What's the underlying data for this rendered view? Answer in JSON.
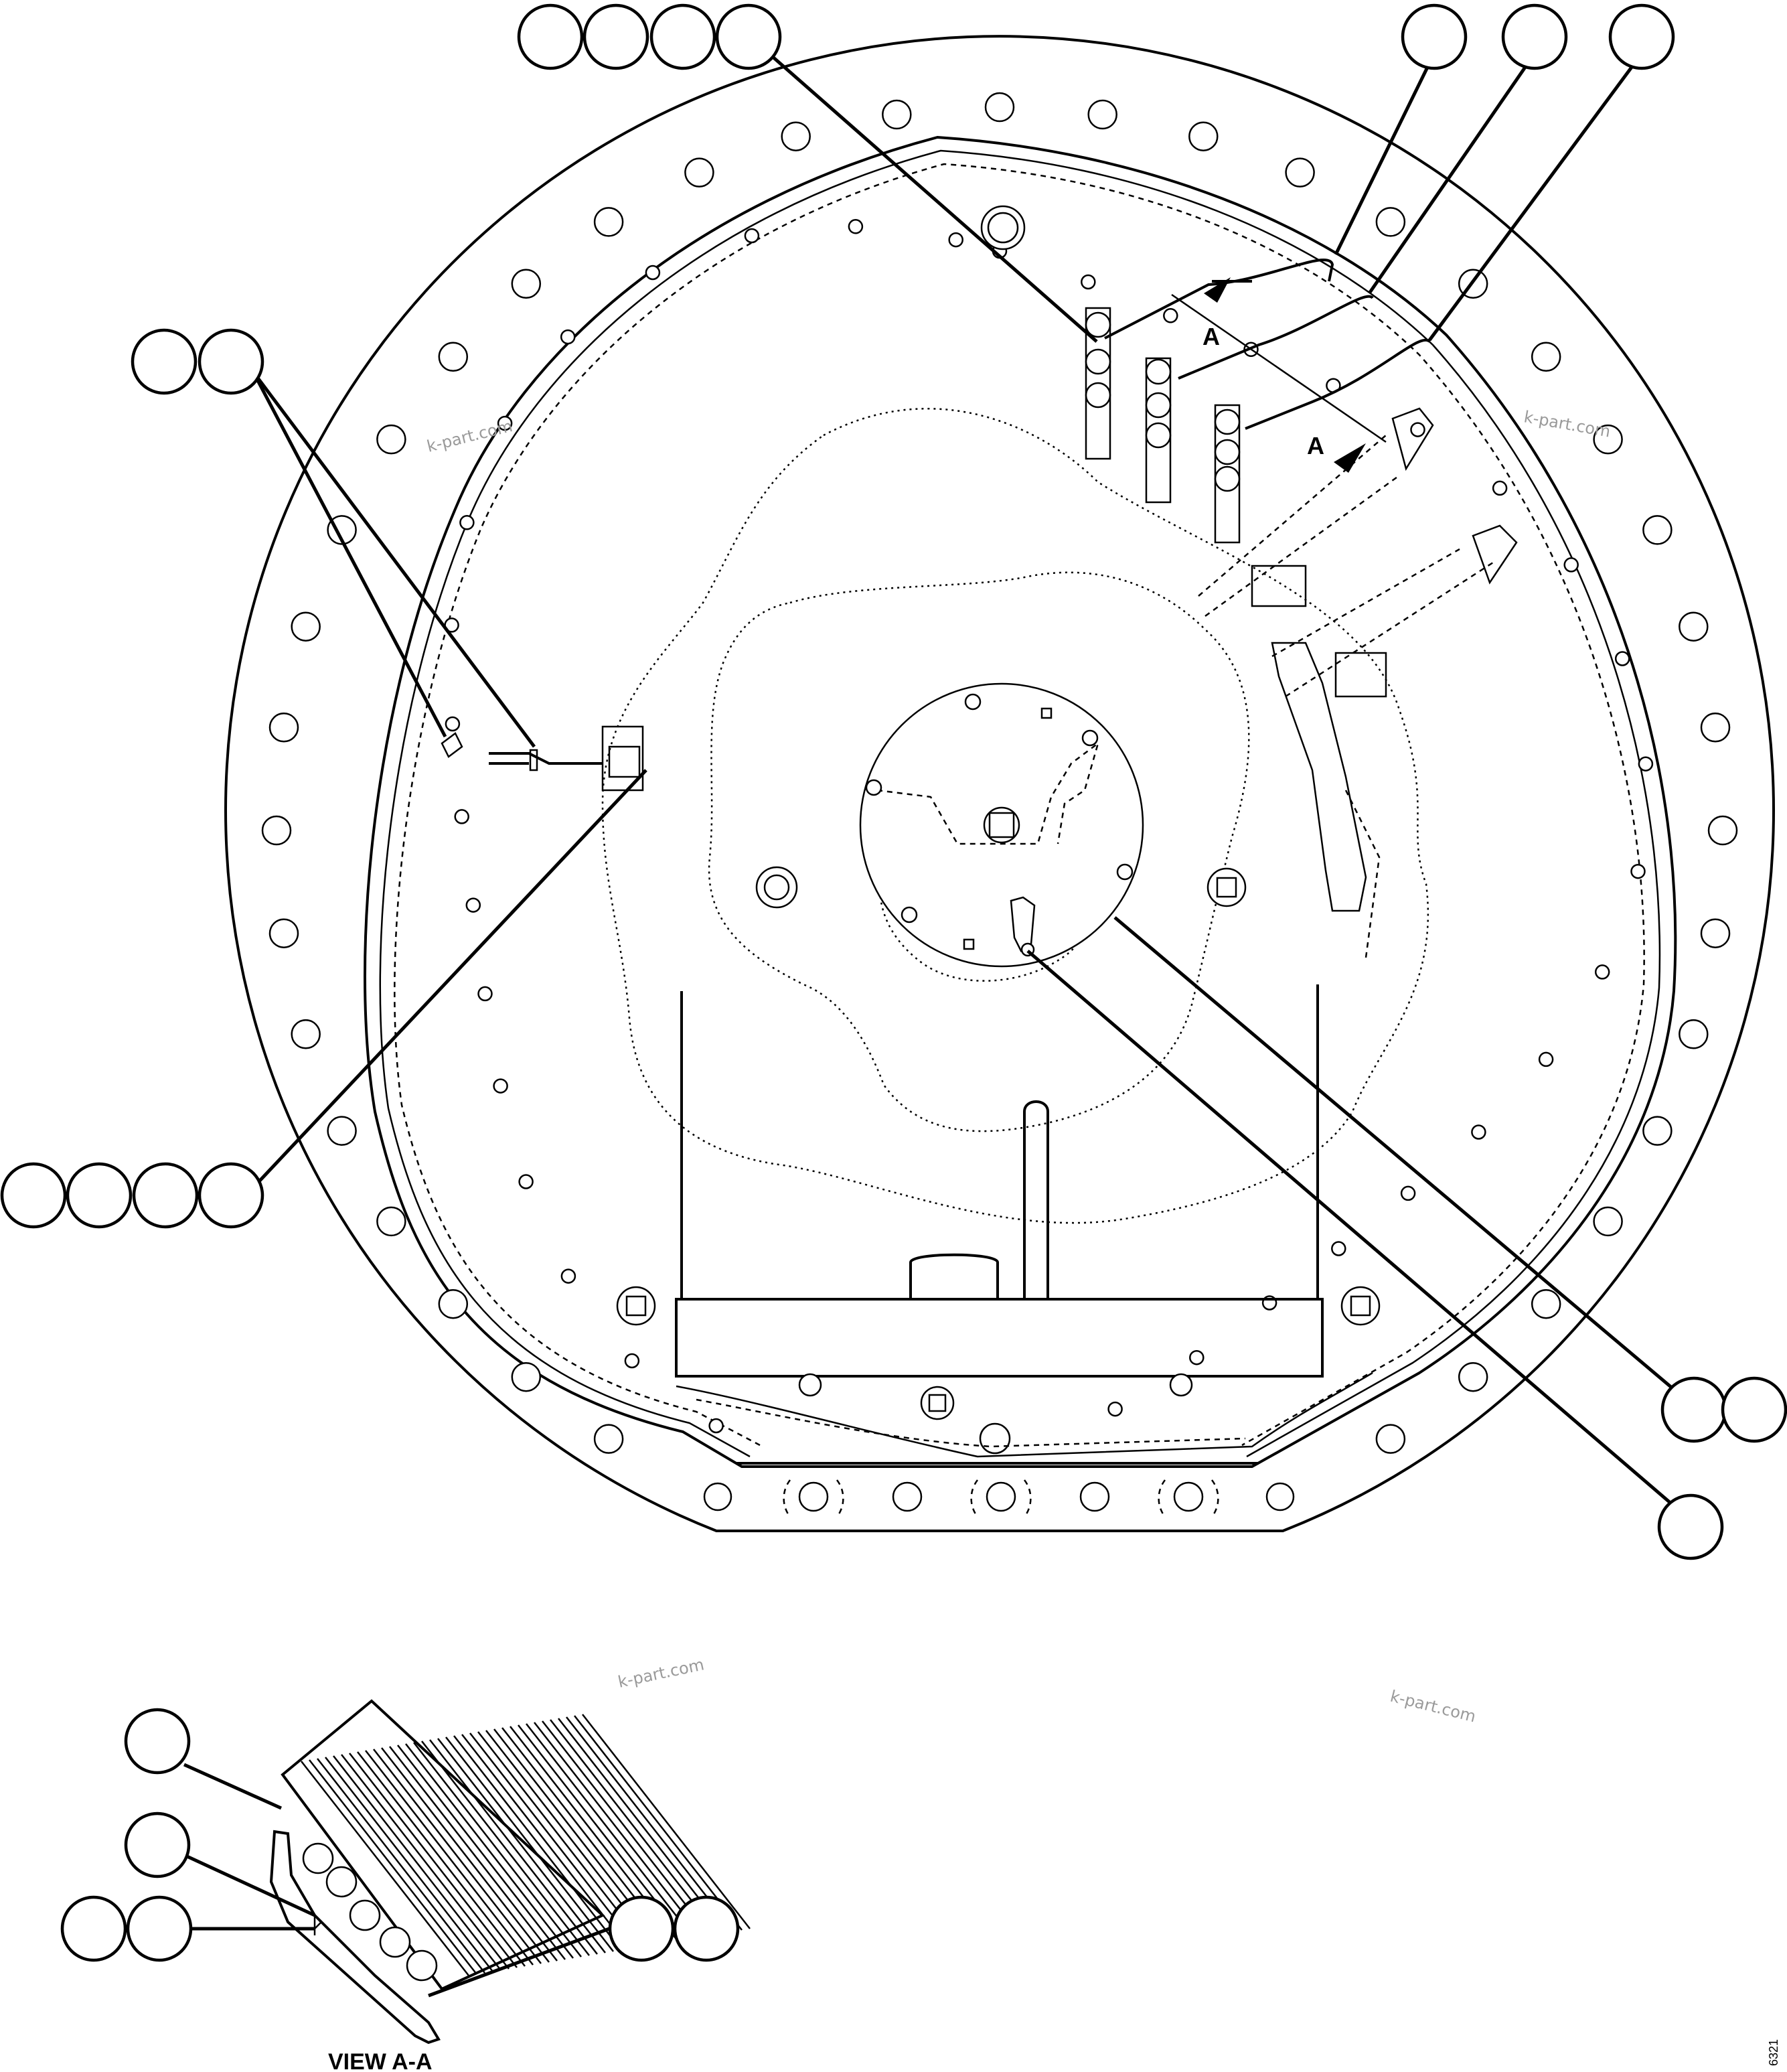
{
  "drawing": {
    "view_label": "VIEW A-A",
    "section_mark": "A",
    "drawing_number": "6321",
    "watermark": "k-part.com"
  },
  "callouts": {
    "top_left_group": [
      "",
      "",
      "",
      ""
    ],
    "top_right_1": [
      ""
    ],
    "top_right_2": [
      ""
    ],
    "top_right_3": [
      ""
    ],
    "left_upper_group": [
      "",
      ""
    ],
    "left_lower_group": [
      "",
      "",
      "",
      ""
    ],
    "right_lower_group": [
      "",
      ""
    ],
    "right_bottom": [
      ""
    ],
    "view_aa_1": [
      ""
    ],
    "view_aa_2": [
      ""
    ],
    "view_aa_3": [
      "",
      ""
    ],
    "view_aa_4": [
      "",
      ""
    ]
  }
}
